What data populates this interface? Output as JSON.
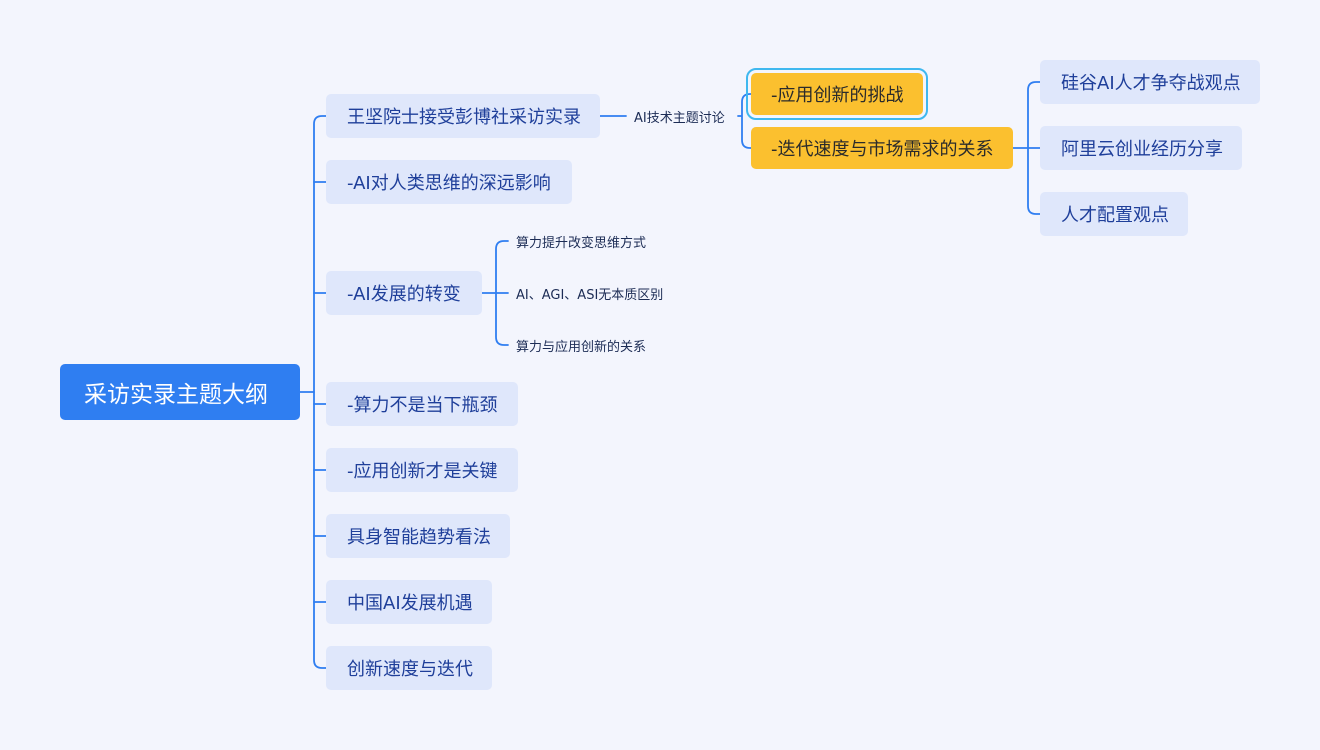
{
  "mindmap": {
    "root": "采访实录主题大纲",
    "branches": [
      "王坚院士接受彭博社采访实录",
      "-AI对人类思维的深远影响",
      "-AI发展的转变",
      "-算力不是当下瓶颈",
      "-应用创新才是关键",
      "具身智能趋势看法",
      "中国AI发展机遇",
      "创新速度与迭代"
    ],
    "interview_sub": "AI技术主题讨论",
    "discussion_topics": [
      "-应用创新的挑战",
      "-迭代速度与市场需求的关系"
    ],
    "talent_points": [
      "硅谷AI人才争夺战观点",
      "阿里云创业经历分享",
      "人才配置观点"
    ],
    "ai_shift_points": [
      "算力提升改变思维方式",
      "AI、AGI、ASI无本质区别",
      "算力与应用创新的关系"
    ],
    "colors": {
      "root": "#2f7ef1",
      "branch_bg": "#dfe7fb",
      "highlight": "#fbc02f",
      "connector": "#2f7ef1",
      "selection": "#3fb8ef"
    }
  }
}
